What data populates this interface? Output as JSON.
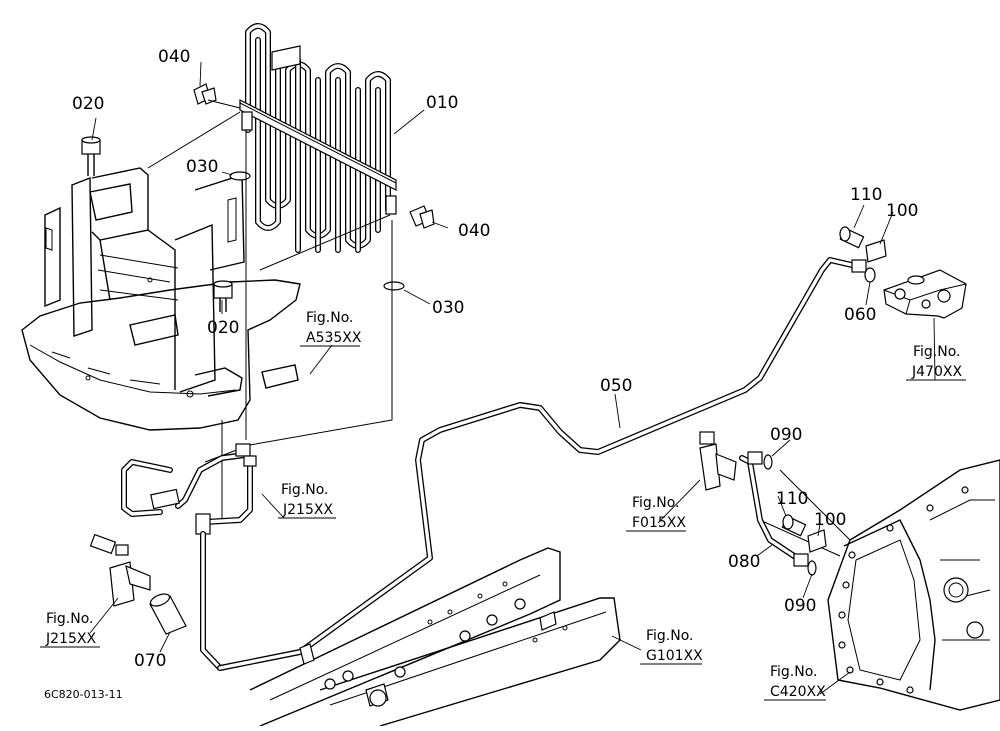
{
  "labels": {
    "p010": "010",
    "p020a": "020",
    "p020b": "020",
    "p030a": "030",
    "p030b": "030",
    "p040a": "040",
    "p040b": "040",
    "p050": "050",
    "p060": "060",
    "p070": "070",
    "p080": "080",
    "p090a": "090",
    "p090b": "090",
    "p100a": "100",
    "p100b": "100",
    "p110a": "110",
    "p110b": "110"
  },
  "figrefs": {
    "prefix": "Fig.No.",
    "a535": "A535XX",
    "j215a": "J215XX",
    "j215b": "J215XX",
    "j470": "J470XX",
    "f015": "F015XX",
    "g101": "G101XX",
    "c420": "C420XX"
  },
  "drawing_code": "6C820-013-11"
}
